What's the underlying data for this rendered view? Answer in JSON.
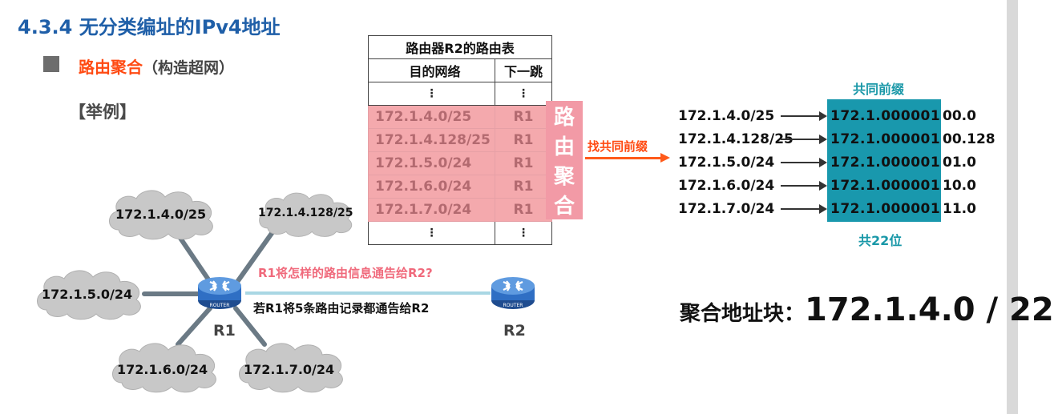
{
  "title": "4.3.4 无分类编址的IPv4地址",
  "subtitle": {
    "highlight": "路由聚合",
    "note": "（构造超网）"
  },
  "example_label": "【举例】",
  "routing_table": {
    "caption": "路由器R2的路由表",
    "headers": [
      "目的网络",
      "下一跳"
    ],
    "ellipsis": "⋮",
    "rows": [
      {
        "net": "172.1.4.0/25",
        "hop": "R1"
      },
      {
        "net": "172.1.4.128/25",
        "hop": "R1"
      },
      {
        "net": "172.1.5.0/24",
        "hop": "R1"
      },
      {
        "net": "172.1.6.0/24",
        "hop": "R1"
      },
      {
        "net": "172.1.7.0/24",
        "hop": "R1"
      }
    ]
  },
  "aggregation_label": [
    "路",
    "由",
    "聚",
    "合"
  ],
  "find_prefix_label": "找共同前缀",
  "prefix_panel": {
    "common_prefix_label": "共同前缀",
    "bits_label": "共22位",
    "rows": [
      {
        "net": "172.1.4.0/25",
        "prefix": "172.1.000001",
        "suffix": "00.0"
      },
      {
        "net": "172.1.4.128/25",
        "prefix": "172.1.000001",
        "suffix": "00.128"
      },
      {
        "net": "172.1.5.0/24",
        "prefix": "172.1.000001",
        "suffix": "01.0"
      },
      {
        "net": "172.1.6.0/24",
        "prefix": "172.1.000001",
        "suffix": "10.0"
      },
      {
        "net": "172.1.7.0/24",
        "prefix": "172.1.000001",
        "suffix": "11.0"
      }
    ]
  },
  "aggregate": {
    "label": "聚合地址块：",
    "value": "172.1.4.0 / 22"
  },
  "network": {
    "clouds": [
      "172.1.4.0/25",
      "172.1.4.128/25",
      "172.1.5.0/24",
      "172.1.6.0/24",
      "172.1.7.0/24"
    ],
    "routers": [
      "R1",
      "R2"
    ],
    "router_badge": "ROUTER",
    "question": "R1将怎样的路由信息通告给R2?",
    "statement": "若R1将5条路由记录都通告给R2"
  },
  "colors": {
    "title": "#1f5fa8",
    "accent": "#ff4a12",
    "teal": "#1998ad",
    "pink": "#f4a9ad"
  }
}
